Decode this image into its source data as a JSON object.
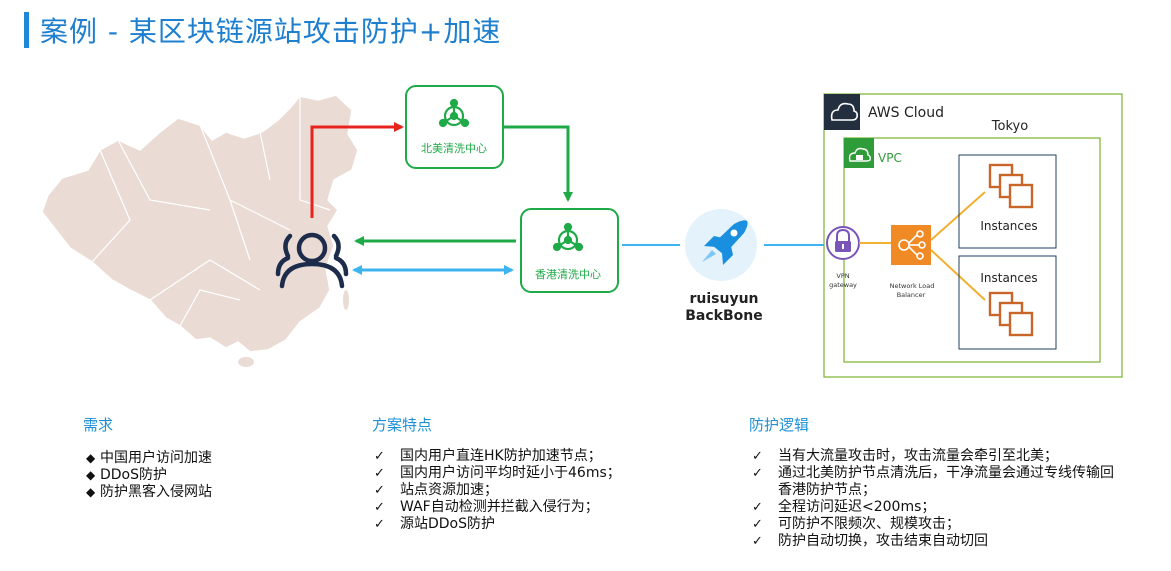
{
  "page": {
    "title": "案例 - 某区块链源站攻击防护+加速"
  },
  "diagram": {
    "na_center_label": "北美清洗中心",
    "hk_center_label": "香港清洗中心",
    "backbone_line1": "ruisuyun",
    "backbone_line2": "BackBone",
    "aws_label": "AWS Cloud",
    "region_label": "Tokyo",
    "vpc_label": "VPC",
    "vpn_label_line1": "VPN",
    "vpn_label_line2": "gateway",
    "nlb_label_line1": "Network   Load",
    "nlb_label_line2": "Balancer",
    "instances_top_label": "Instances",
    "instances_bottom_label": "Instances",
    "colors": {
      "attack_red": "#e8221c",
      "clean_green": "#1faa48",
      "normal_blue": "#3db3ef",
      "aws_green": "#7ab32e",
      "aws_dark": "#232f3e",
      "nlb_orange": "#f08a24",
      "instance_brown": "#c8662a",
      "vpn_purple": "#7a55b8",
      "map_fill": "#eadcd5"
    },
    "icons": [
      "china-map-icon",
      "users-icon",
      "network-hub-icon",
      "rocket-icon",
      "cloud-icon",
      "lock-icon",
      "load-balancer-icon",
      "instances-icon"
    ]
  },
  "sections": {
    "needs": {
      "title": "需求",
      "items": [
        "中国用户访问加速",
        "DDoS防护",
        "防护黑客入侵网站"
      ]
    },
    "features": {
      "title": "方案特点",
      "items": [
        "国内用户直连HK防护加速节点；",
        "国内用户访问平均时延小于46ms；",
        "站点资源加速；",
        "WAF自动检测并拦截入侵行为；",
        "源站DDoS防护"
      ]
    },
    "logic": {
      "title": "防护逻辑",
      "items": [
        "当有大流量攻击时，攻击流量会牵引至北美；",
        "通过北美防护节点清洗后，干净流量会通过专线传输回香港防护节点；",
        "全程访问延迟<200ms；",
        "可防护不限频次、规模攻击；",
        "防护自动切换，攻击结束自动切回"
      ]
    }
  }
}
